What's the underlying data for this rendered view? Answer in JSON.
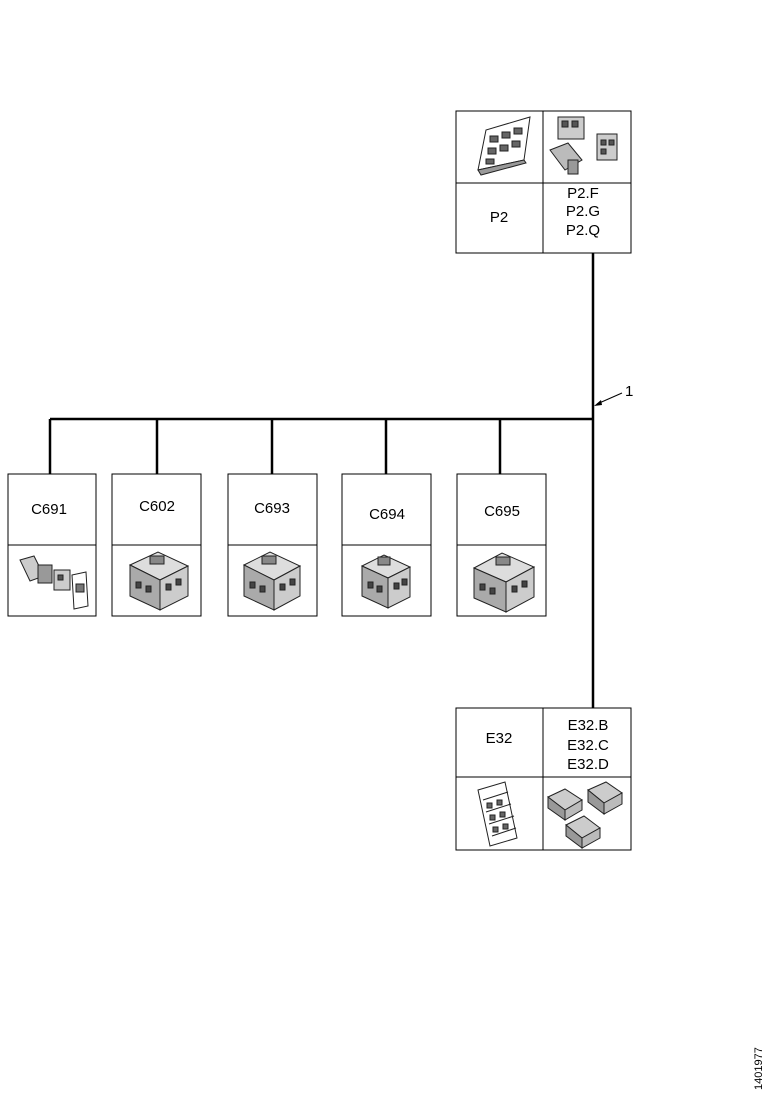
{
  "callout": "1",
  "doc_number": "1401977",
  "top_connector": {
    "main_label": "P2",
    "sub_labels": [
      "P2.F",
      "P2.G",
      "P2.Q"
    ],
    "icons": [
      "control-module-board-icon",
      "plug-connectors-icon"
    ]
  },
  "bottom_connector": {
    "main_label": "E32",
    "sub_labels": [
      "E32.B",
      "E32.C",
      "E32.D"
    ],
    "icons": [
      "fuse-relay-box-icon",
      "plug-connectors-icon"
    ]
  },
  "branches": [
    {
      "label": "C691",
      "icon": "inline-connector-icon"
    },
    {
      "label": "C602",
      "icon": "multi-pin-connector-icon"
    },
    {
      "label": "C693",
      "icon": "multi-pin-connector-icon"
    },
    {
      "label": "C694",
      "icon": "multi-pin-connector-icon"
    },
    {
      "label": "C695",
      "icon": "multi-pin-connector-icon"
    }
  ],
  "colors": {
    "line": "#000000",
    "box_border": "#000000",
    "icon_stroke": "#222222"
  }
}
